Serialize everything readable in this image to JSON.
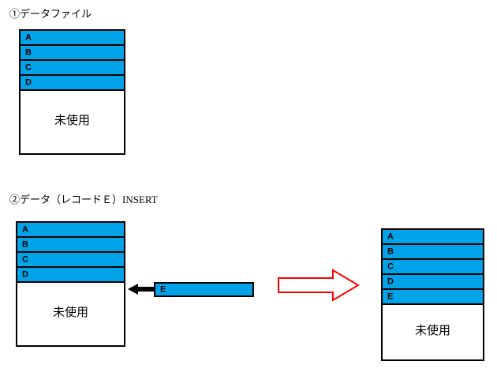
{
  "page": {
    "background_color": "#ffffff",
    "record_fill_color": "#00a2e8",
    "outline_color": "#000000",
    "red_arrow_color": "#ff0000"
  },
  "sections": [
    {
      "caption": "①データファイル",
      "file": {
        "records": [
          "A",
          "B",
          "C",
          "D"
        ],
        "unused_label": "未使用"
      }
    },
    {
      "caption": "②データ（レコードＥ）INSERT",
      "before_file": {
        "records": [
          "A",
          "B",
          "C",
          "D"
        ],
        "unused_label": "未使用"
      },
      "incoming_record": {
        "label": "E"
      },
      "after_file": {
        "records": [
          "A",
          "B",
          "C",
          "D",
          "E"
        ],
        "unused_label": "未使用"
      },
      "arrows": {
        "insert_arrow": "arrow-left-black",
        "transform_arrow": "arrow-right-red-outline"
      }
    }
  ]
}
